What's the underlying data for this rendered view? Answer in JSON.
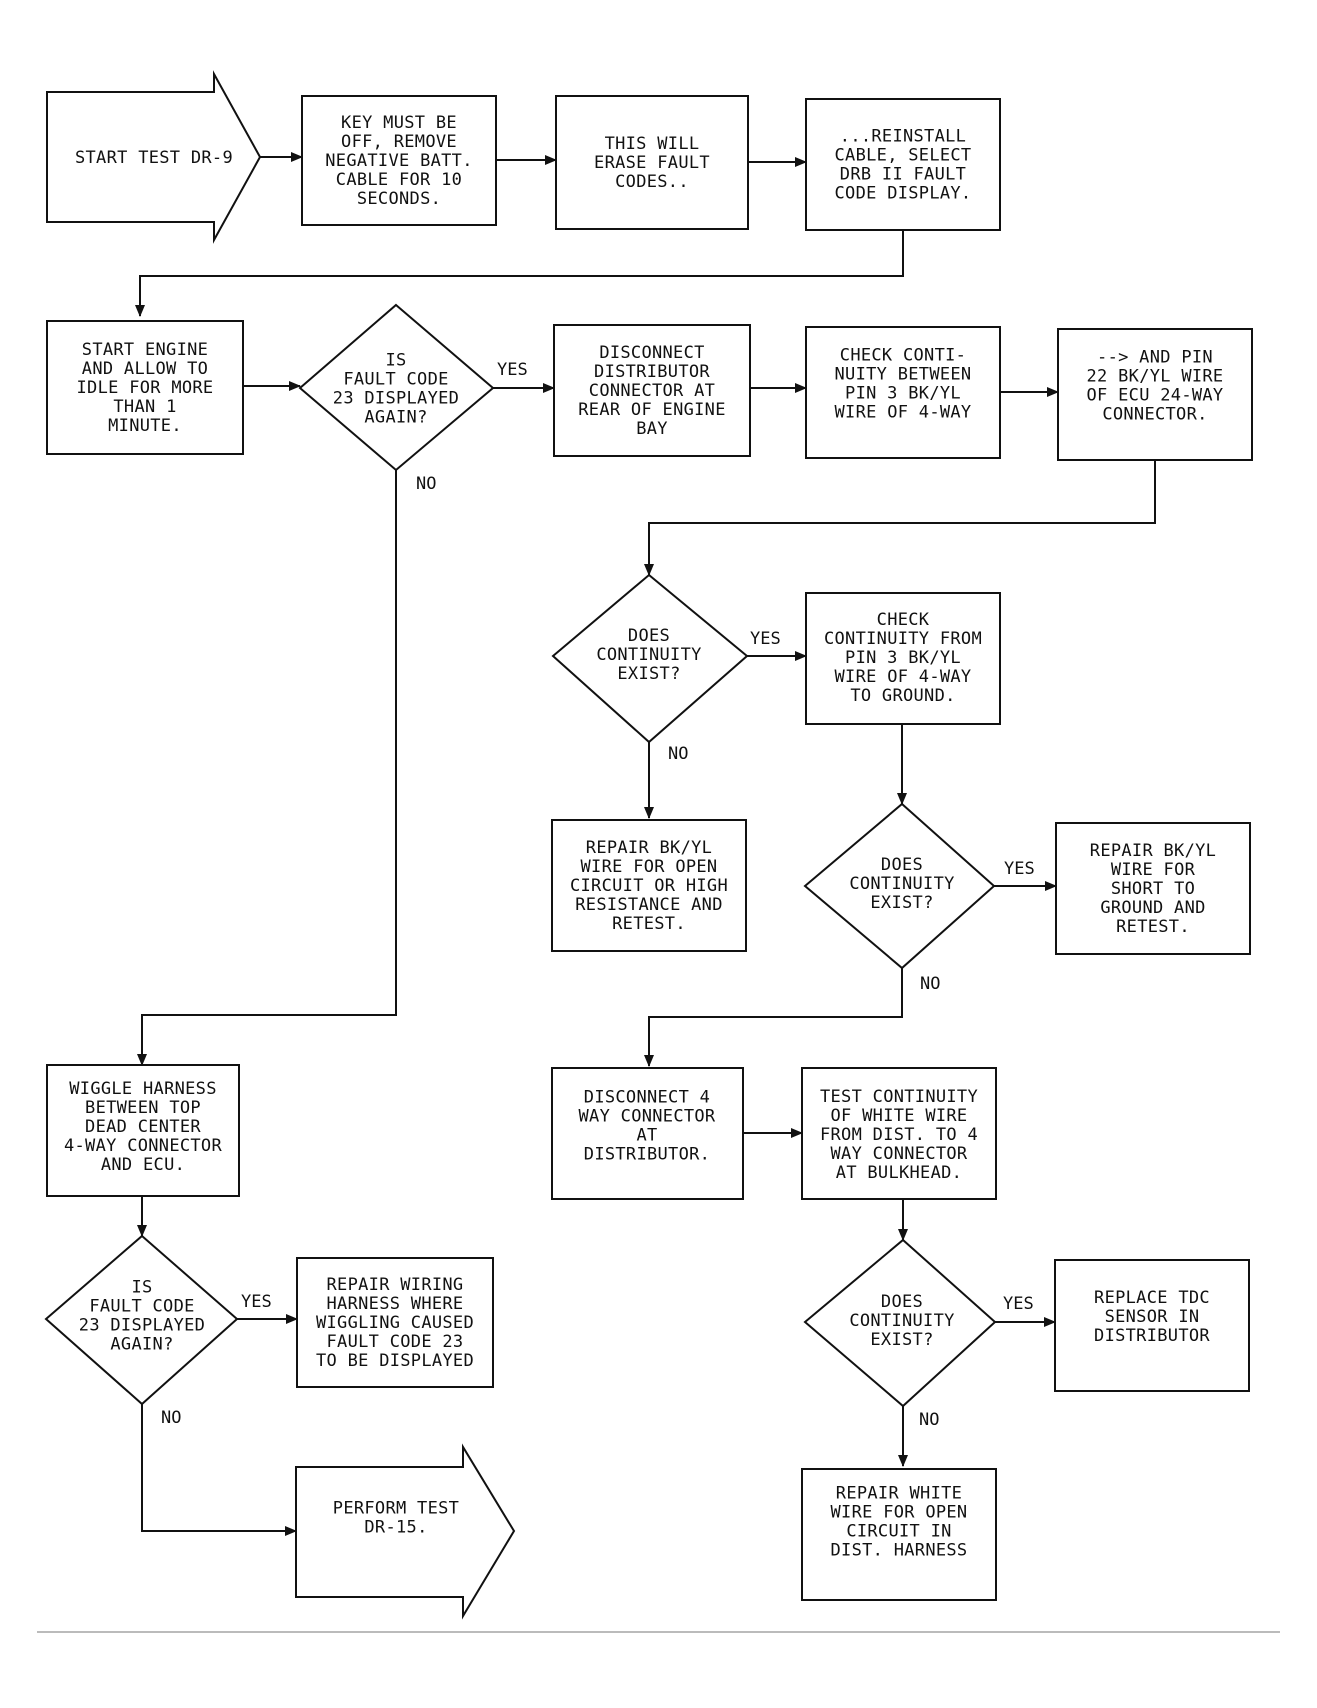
{
  "nodes": {
    "start": [
      "START TEST DR-9"
    ],
    "key_off": [
      "KEY MUST BE",
      "OFF, REMOVE",
      "NEGATIVE BATT.",
      "CABLE FOR 10",
      "SECONDS."
    ],
    "erase": [
      "THIS WILL",
      "ERASE FAULT",
      "CODES.."
    ],
    "reinstall": [
      "...REINSTALL",
      "CABLE, SELECT",
      "DRB II FAULT",
      "CODE DISPLAY."
    ],
    "start_engine": [
      "START ENGINE",
      "AND ALLOW TO",
      "IDLE FOR MORE",
      "THAN 1",
      "MINUTE."
    ],
    "q_fault23_a": [
      "IS",
      "FAULT CODE",
      "23 DISPLAYED",
      "AGAIN?"
    ],
    "disconnect_dist": [
      "DISCONNECT",
      "DISTRIBUTOR",
      "CONNECTOR AT",
      "REAR OF ENGINE",
      "BAY"
    ],
    "check_cont": [
      "CHECK CONTI-",
      "NUITY BETWEEN",
      "PIN 3 BK/YL",
      "WIRE OF 4-WAY"
    ],
    "and_pin22": [
      "--> AND PIN",
      "22 BK/YL WIRE",
      "OF ECU 24-WAY",
      "CONNECTOR."
    ],
    "q_cont_a": [
      "DOES",
      "CONTINUITY",
      "EXIST?"
    ],
    "check_ground": [
      "CHECK",
      "CONTINUITY FROM",
      "PIN 3 BK/YL",
      "WIRE OF 4-WAY",
      "TO GROUND."
    ],
    "repair_open": [
      "REPAIR BK/YL",
      "WIRE FOR OPEN",
      "CIRCUIT OR HIGH",
      "RESISTANCE AND",
      "RETEST."
    ],
    "q_cont_b": [
      "DOES",
      "CONTINUITY",
      "EXIST?"
    ],
    "repair_short": [
      "REPAIR BK/YL",
      "WIRE FOR",
      "SHORT TO",
      "GROUND AND",
      "RETEST."
    ],
    "wiggle": [
      "WIGGLE HARNESS",
      "BETWEEN TOP",
      "DEAD CENTER",
      "4-WAY CONNECTOR",
      "AND ECU."
    ],
    "disconnect_4way": [
      "DISCONNECT 4",
      "WAY CONNECTOR",
      "AT",
      "DISTRIBUTOR."
    ],
    "test_white": [
      "TEST CONTINUITY",
      "OF WHITE WIRE",
      "FROM DIST. TO 4",
      "WAY CONNECTOR",
      "AT BULKHEAD."
    ],
    "q_fault23_b": [
      "IS",
      "FAULT CODE",
      "23 DISPLAYED",
      "AGAIN?"
    ],
    "repair_harness": [
      "REPAIR WIRING",
      "HARNESS WHERE",
      "WIGGLING CAUSED",
      "FAULT CODE 23",
      "TO BE DISPLAYED"
    ],
    "q_cont_c": [
      "DOES",
      "CONTINUITY",
      "EXIST?"
    ],
    "replace_tdc": [
      "REPLACE TDC",
      "SENSOR IN",
      "DISTRIBUTOR"
    ],
    "perform_dr15": [
      "PERFORM TEST",
      "DR-15."
    ],
    "repair_white": [
      "REPAIR WHITE",
      "WIRE FOR OPEN",
      "CIRCUIT IN",
      "DIST. HARNESS"
    ]
  },
  "labels": {
    "yes_fault23_a": "YES",
    "no_fault23_a": "NO",
    "yes_cont_a": "YES",
    "no_cont_a": "NO",
    "yes_cont_b": "YES",
    "no_cont_b": "NO",
    "yes_fault23_b": "YES",
    "no_fault23_b": "NO",
    "yes_cont_c": "YES",
    "no_cont_c": "NO"
  }
}
